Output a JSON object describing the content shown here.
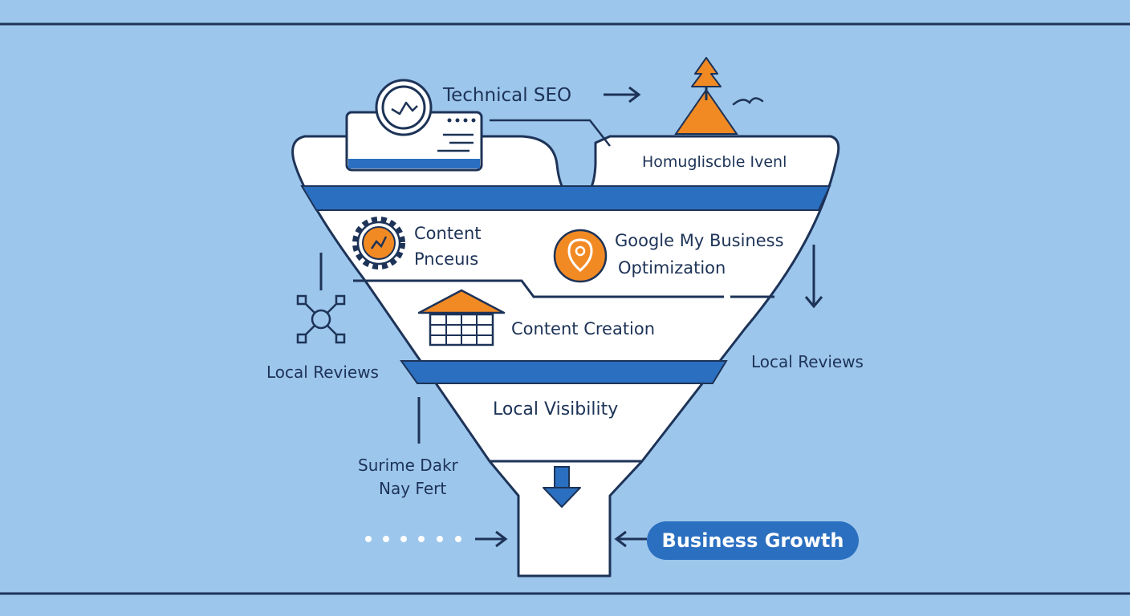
{
  "labels": {
    "technical_seo": "Technical SEO",
    "top_level": "Homugliscble Ivenl",
    "content_processes_line1": "Content",
    "content_processes_line2": "Pnceuıs",
    "gmb_line1": "Google My Business",
    "gmb_line2": "Optimization",
    "content_creation": "Content Creation",
    "local_reviews_left": "Local Reviews",
    "local_reviews_right": "Local Reviews",
    "local_visibility": "Local Visibility",
    "side_note_line1": "Surime Dakr",
    "side_note_line2": "Nay Fert",
    "business_growth": "Business Growth"
  },
  "colors": {
    "background": "#9dc6ec",
    "outline": "#1d3357",
    "band_blue": "#2b6fc0",
    "accent_orange": "#f28a24",
    "funnel_fill": "#ffffff"
  },
  "icons": [
    "magnifier-check-icon",
    "browser-window-icon",
    "tree-arrow-icon",
    "bird-icon",
    "gear-icon",
    "location-pin-icon",
    "house-grid-icon",
    "network-nodes-icon",
    "arrow-right-icon",
    "arrow-down-icon",
    "arrow-left-icon",
    "funnel-down-arrow-icon"
  ]
}
